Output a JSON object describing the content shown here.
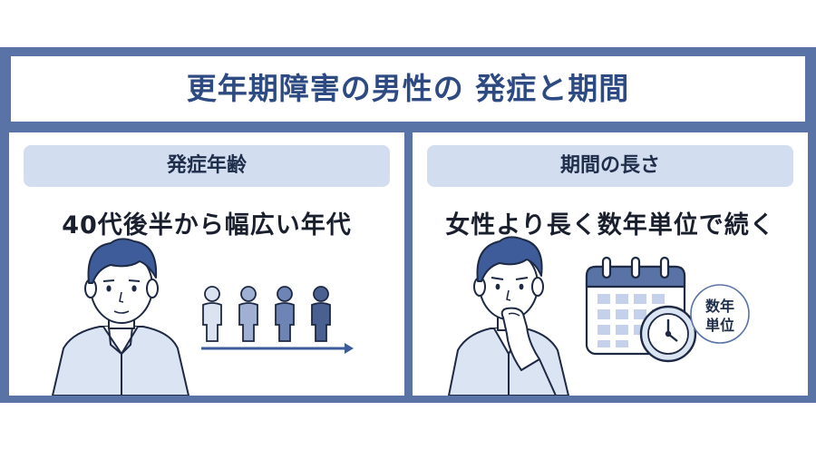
{
  "title": "更年期障害の男性の 発症と期間",
  "left_panel": {
    "header": "発症年齢",
    "subtitle": "40代後半から幅広い年代"
  },
  "right_panel": {
    "header": "期間の長さ",
    "subtitle": "女性より長く数年単位で続く",
    "badge_line1": "数年",
    "badge_line2": "単位"
  },
  "colors": {
    "frame": "#5a73a6",
    "title_text": "#2d4a82",
    "pill": "#d3ddf0",
    "figure_light": "#dbe3f1",
    "figure_mid": "#9fb0d2",
    "figure_dark": "#6e84b4",
    "figure_darkest": "#4a6091"
  }
}
